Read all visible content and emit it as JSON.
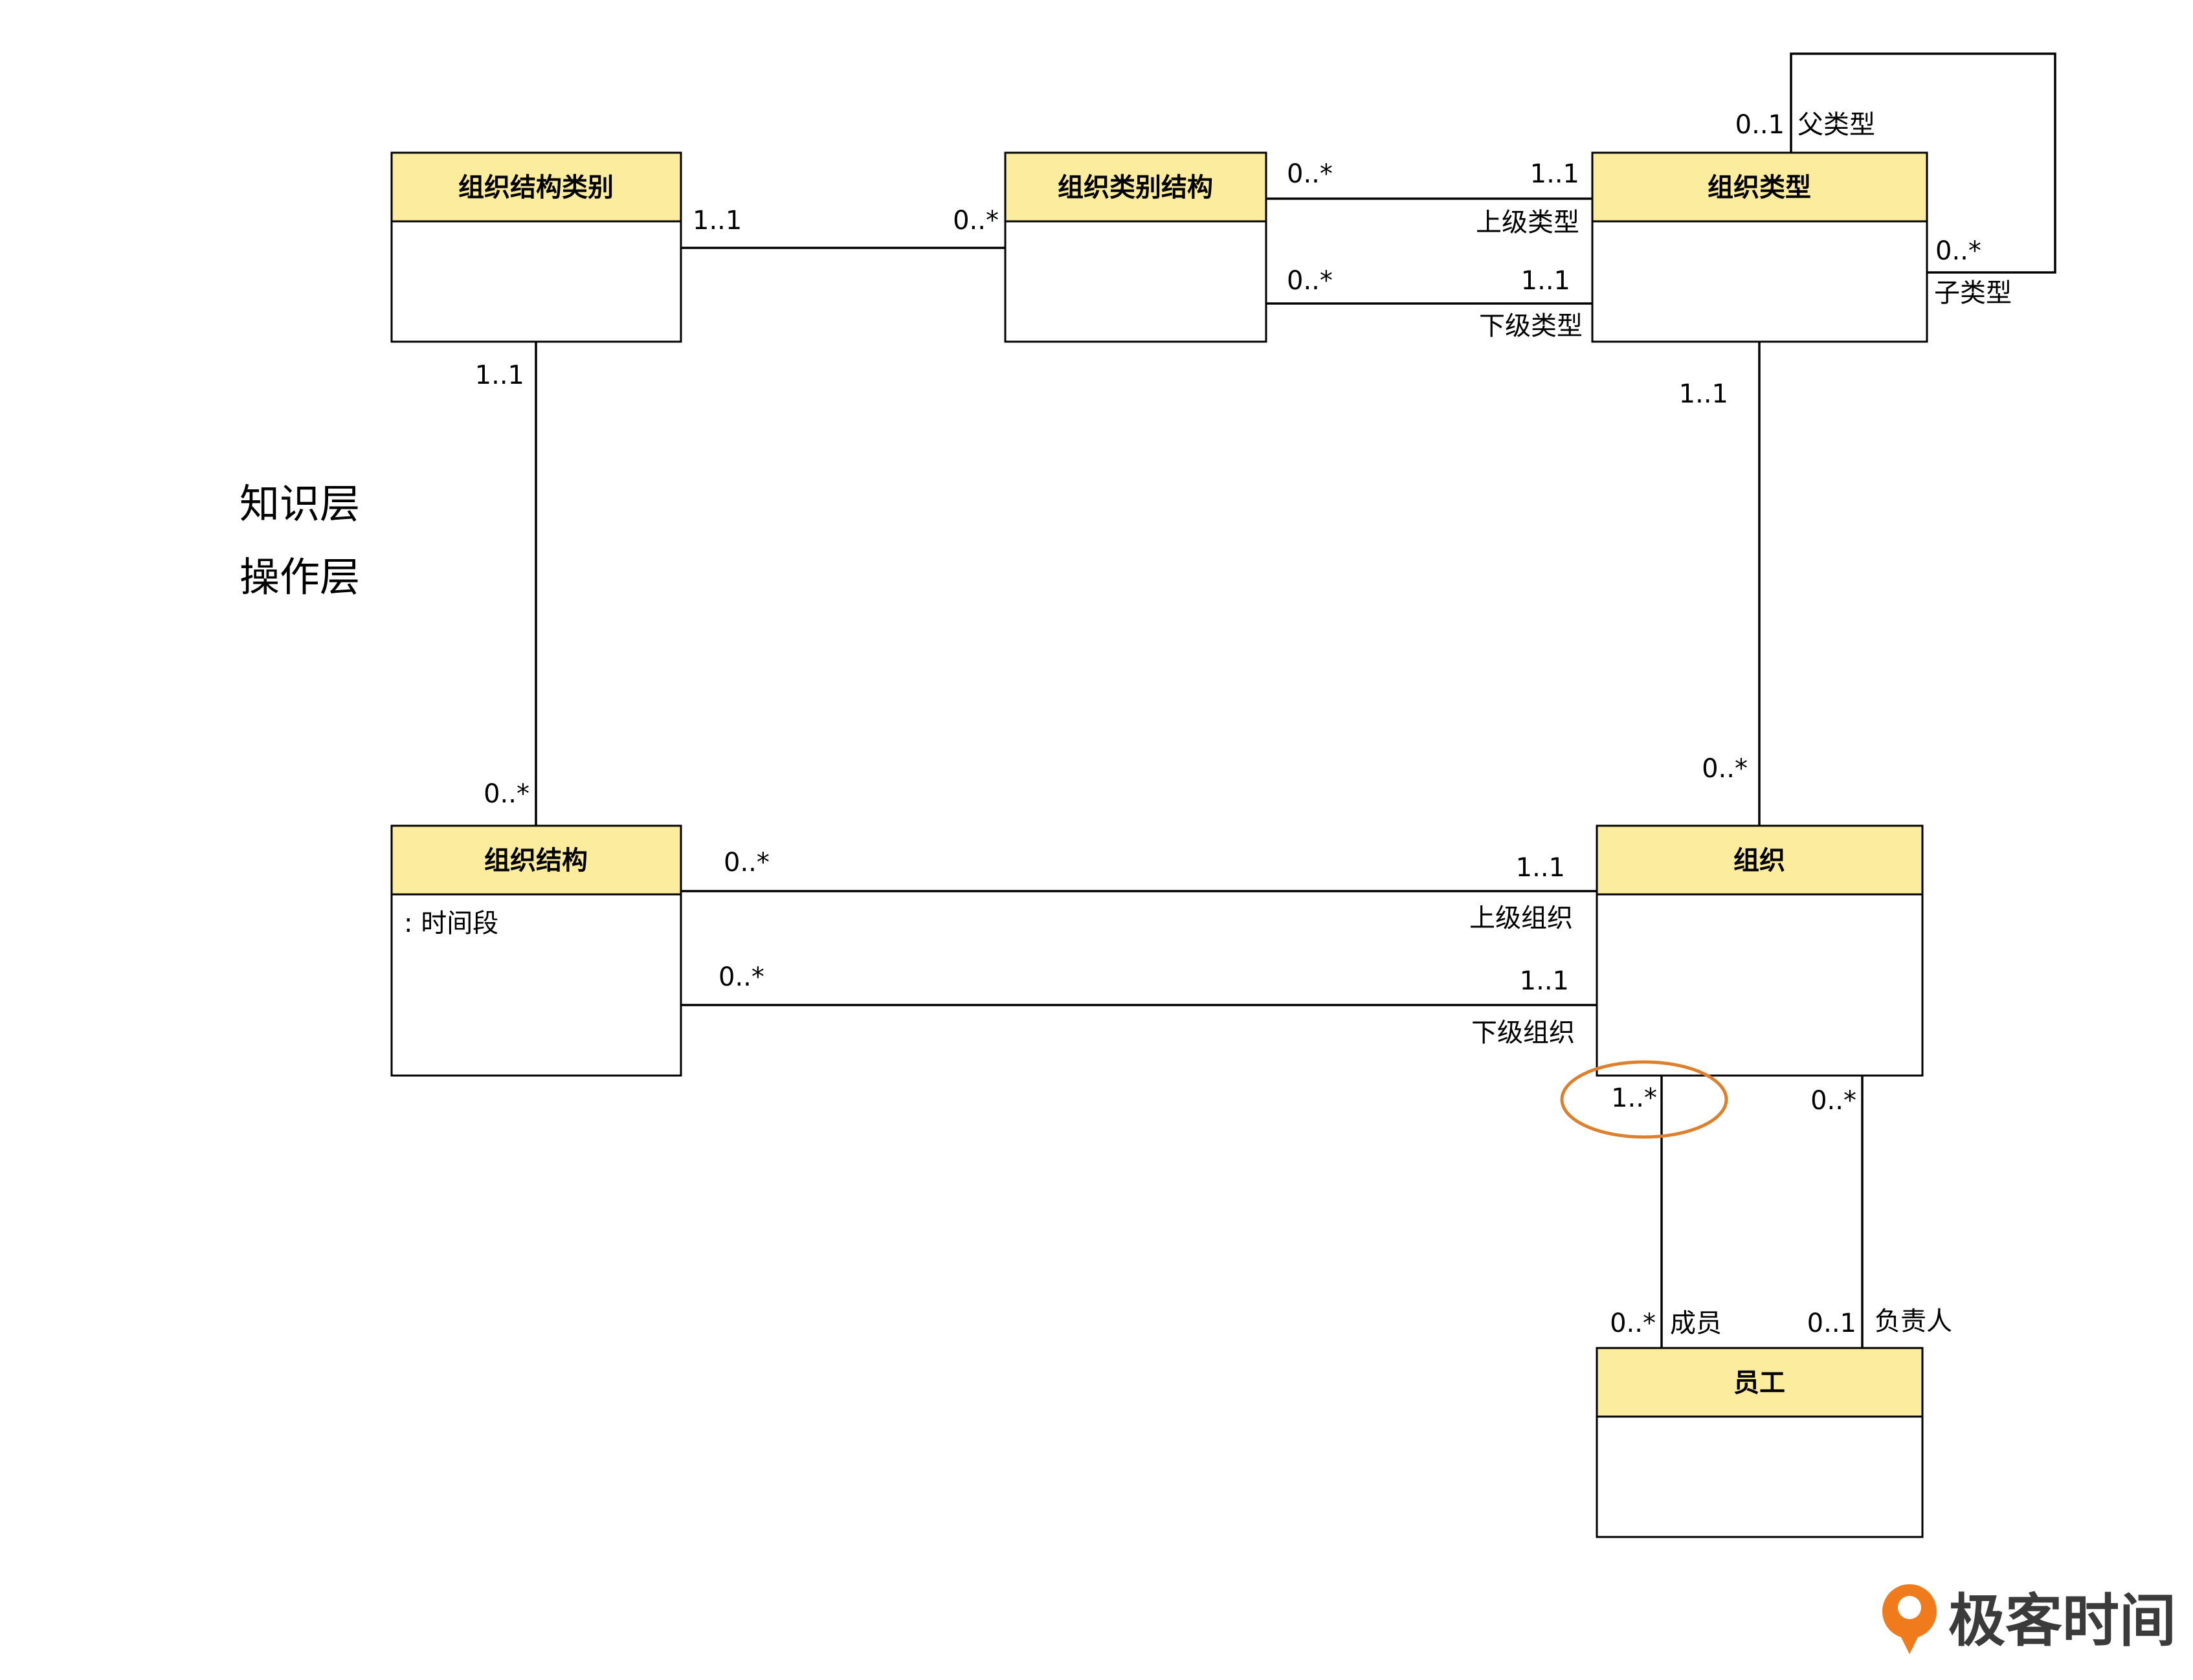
{
  "diagram": {
    "type": "uml-class-diagram",
    "layers": {
      "knowledge": "知识层",
      "operation": "操作层"
    },
    "classes": {
      "org_structure_category": {
        "name": "组织结构类别"
      },
      "org_category_structure": {
        "name": "组织类别结构"
      },
      "org_type": {
        "name": "组织类型"
      },
      "org_structure": {
        "name": "组织结构",
        "attribute": ": 时间段"
      },
      "org": {
        "name": "组织"
      },
      "employee": {
        "name": "员工"
      }
    },
    "associations": {
      "cat_to_catstruct": {
        "from_mult": "1..1",
        "to_mult": "0..*"
      },
      "catstruct_upper": {
        "from_mult": "0..*",
        "to_mult": "1..1",
        "role": "上级类型"
      },
      "catstruct_lower": {
        "from_mult": "0..*",
        "to_mult": "1..1",
        "role": "下级类型"
      },
      "type_self": {
        "parent_mult": "0..1",
        "parent_role": "父类型",
        "child_mult": "0..*",
        "child_role": "子类型"
      },
      "cat_to_struct": {
        "from_mult": "1..1",
        "to_mult": "0..*"
      },
      "type_to_org": {
        "from_mult": "1..1",
        "to_mult": "0..*"
      },
      "struct_upper": {
        "from_mult": "0..*",
        "to_mult": "1..1",
        "role": "上级组织"
      },
      "struct_lower": {
        "from_mult": "0..*",
        "to_mult": "1..1",
        "role": "下级组织"
      },
      "org_members": {
        "org_mult": "1..*",
        "emp_mult": "0..*",
        "role": "成员"
      },
      "org_manager": {
        "org_mult": "0..*",
        "emp_mult": "0..1",
        "role": "负责人"
      }
    },
    "highlight_color": "#dd7f2c",
    "header_color": "#fcec9e"
  },
  "brand": {
    "name": "极客时间",
    "color": "#f07b1c"
  }
}
